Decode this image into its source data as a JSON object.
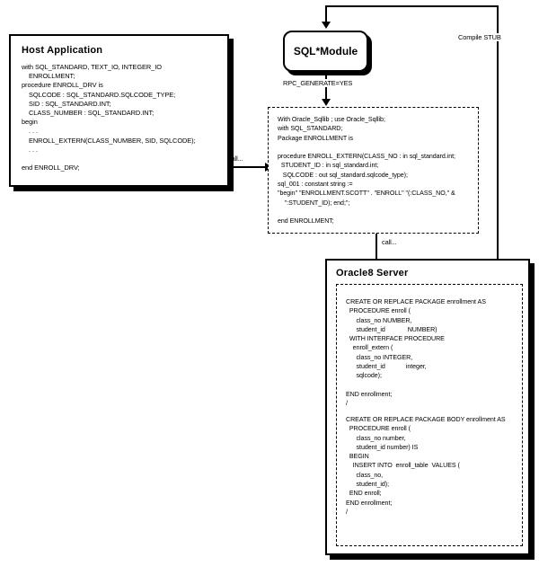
{
  "diagram": {
    "host_application": {
      "title": "Host Application",
      "code": "with SQL_STANDARD, TEXT_IO, INTEGER_IO\n    ENROLLMENT;\nprocedure ENROLL_DRV is\n    SQLCODE : SQL_STANDARD.SQLCODE_TYPE;\n    SID : SQL_STANDARD.INT;\n    CLASS_NUMBER : SQL_STANDARD.INT;\nbegin\n    . . .\n    ENROLL_EXTERN(CLASS_NUMBER, SID, SQLCODE);\n    . . .\n\nend ENROLL_DRV;"
    },
    "sql_module": {
      "title": "SQL*Module"
    },
    "stub": {
      "code": "With Oracle_Sqllib ; use Oracle_Sqllib;\nwith SQL_STANDARD;\nPackage ENROLLMENT is\n\nprocedure ENROLL_EXTERN(CLASS_NO : in sql_standard.int;\n  STUDENT_ID : in sql_standard.int;\n   SQLCODE : out sql_standard.sqlcode_type);\nsql_001 : constant string :=\n\"begin\" \"ENROLLMENT.SCOTT\" . \"ENROLL\" \"(:CLASS_NO,\" &\n    \":STUDENT_ID); end;\";\n\nend ENROLLMENT;"
    },
    "oracle_server": {
      "title": "Oracle8 Server",
      "spec_code": "CREATE OR REPLACE PACKAGE enrollment AS\n  PROCEDURE enroll (\n      class_no NUMBER,\n      student_id             NUMBER)\n  WITH INTERFACE PROCEDURE\n    enroll_extern (\n      class_no INTEGER,\n      student_id            integer,\n      sqlcode);\n\nEND enrollment;\n/",
      "body_code": "CREATE OR REPLACE PACKAGE BODY enrollment AS\n  PROCEDURE enroll (\n      class_no number,\n      student_id number) IS\n  BEGIN\n    INSERT INTO  enroll_table  VALUES (\n      class_no,\n      student_id);\n  END enroll;\nEND enrollment;\n/"
    },
    "edges": {
      "rpc_generate": "RPC_GENERATE=YES",
      "compile_stub": "Compile STUB",
      "call_host_to_stub": "call...",
      "call_stub_to_server": "call..."
    }
  },
  "colors": {
    "ink": "#000000",
    "paper": "#ffffff"
  }
}
